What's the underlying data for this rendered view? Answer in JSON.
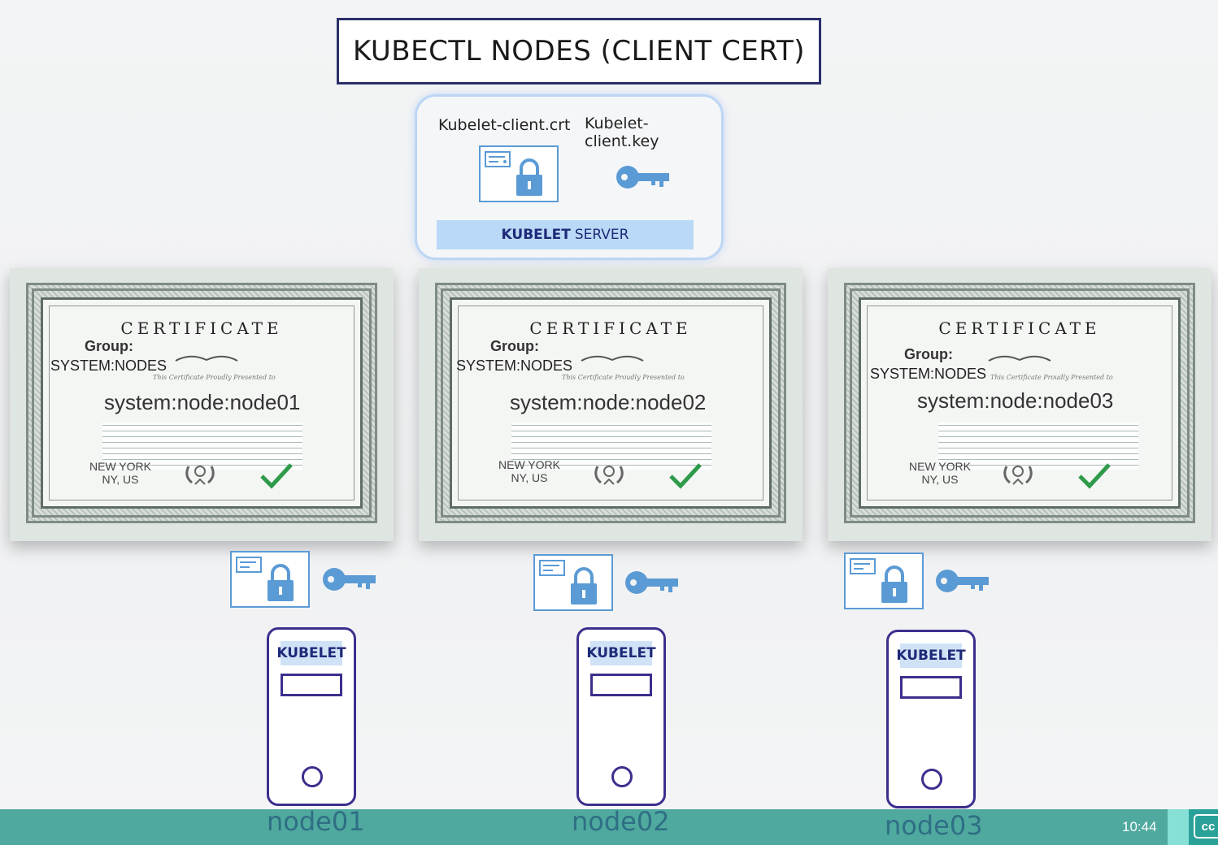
{
  "title": "KUBECTL NODES (CLIENT CERT)",
  "kubelet_server": {
    "crt_label": "Kubelet-client.crt",
    "key_label": "Kubelet-client.key",
    "bar_bold": "KUBELET",
    "bar_rest": "SERVER"
  },
  "certificates": [
    {
      "title": "CERTIFICATE",
      "group_label": "Group:",
      "group_value": "SYSTEM:NODES",
      "presented": "This Certificate Proudly Presented to",
      "subject": "system:node:node01",
      "location_line1": "NEW YORK",
      "location_line2": "NY, US"
    },
    {
      "title": "CERTIFICATE",
      "group_label": "Group:",
      "group_value": "SYSTEM:NODES",
      "presented": "This Certificate Proudly Presented to",
      "subject": "system:node:node02",
      "location_line1": "NEW YORK",
      "location_line2": "NY, US"
    },
    {
      "title": "CERTIFICATE",
      "group_label": "Group:",
      "group_value": "SYSTEM:NODES",
      "presented": "This Certificate Proudly Presented to",
      "subject": "system:node:node03",
      "location_line1": "NEW YORK",
      "location_line2": "NY, US"
    }
  ],
  "nodes": [
    {
      "label": "KUBELET",
      "name": "node01"
    },
    {
      "label": "KUBELET",
      "name": "node02"
    },
    {
      "label": "KUBELET",
      "name": "node03"
    }
  ],
  "player": {
    "time": "10:44",
    "cc_label": "cc"
  },
  "colors": {
    "title_border": "#2a2f6a",
    "accent_blue": "#5b9bd5",
    "server_bar": "#b9d9f6",
    "server_outline": "#3b2f8e",
    "bottom_bar": "#4fa99f",
    "check_green": "#2e9b4a"
  },
  "icons": [
    "certificate-lock-icon",
    "key-icon",
    "seal-icon",
    "checkmark-icon",
    "server-icon"
  ]
}
